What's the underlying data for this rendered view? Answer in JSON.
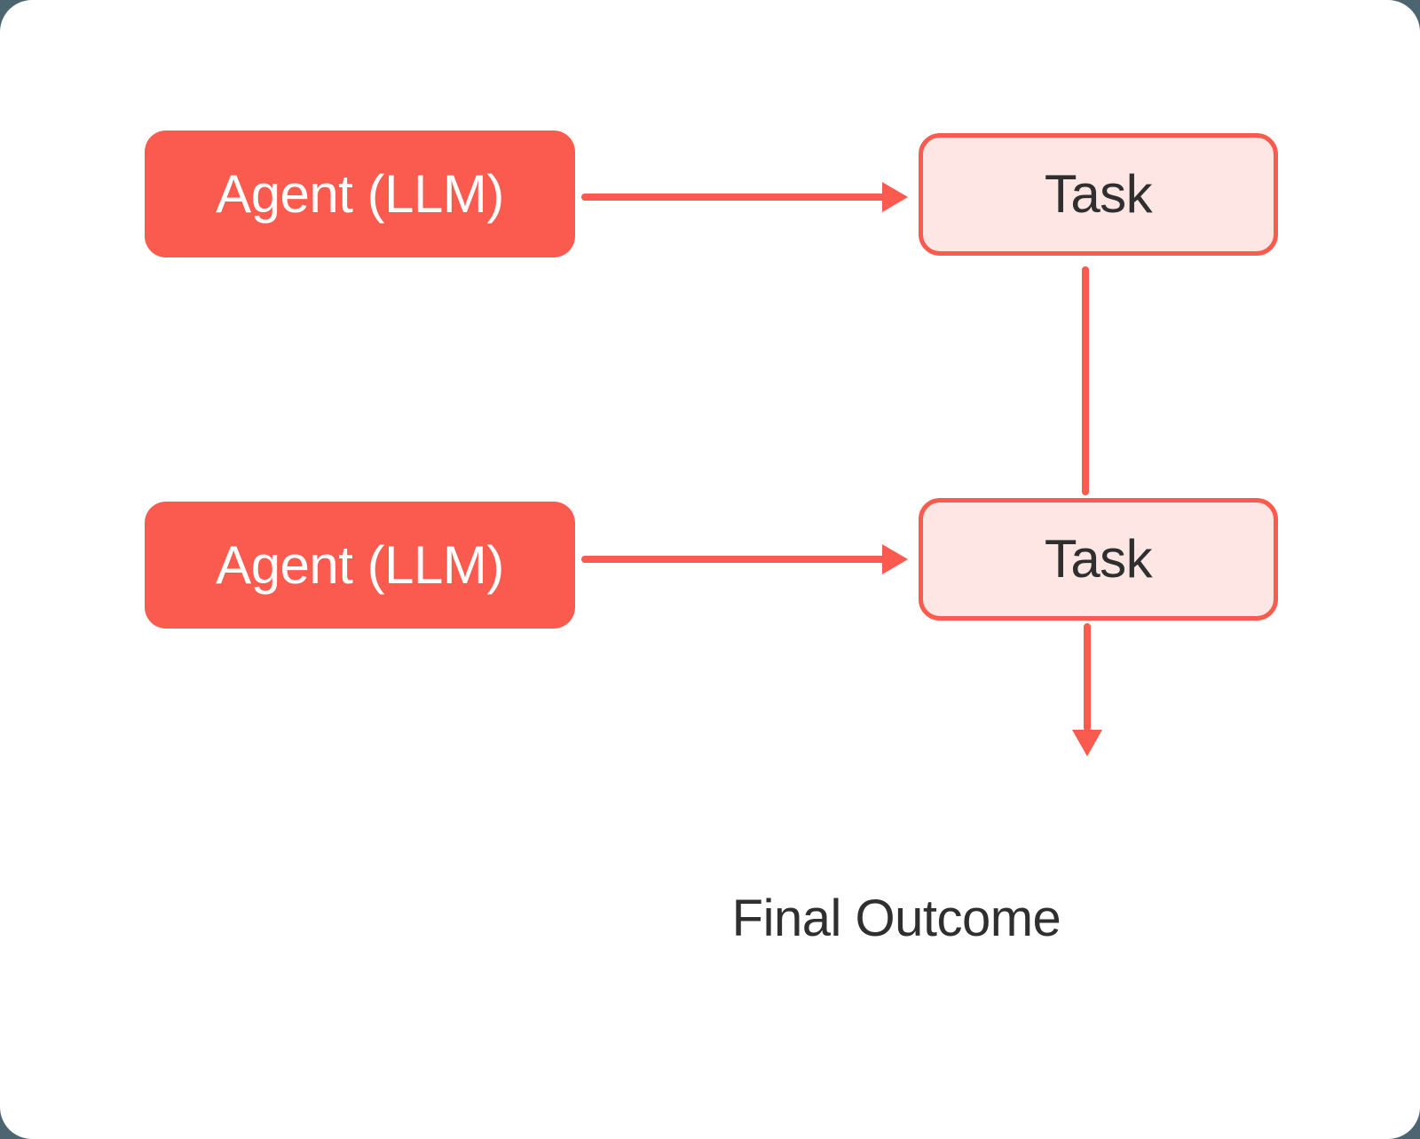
{
  "diagram": {
    "title": "Agent task chain diagram",
    "colors": {
      "accent": "#FA5B4E",
      "task_fill": "#FDE6E3",
      "text_dark": "#2F2F2F",
      "text_light": "#FFFFFF",
      "card_background": "#FFFFFF",
      "page_background": "#4C6570"
    },
    "nodes": {
      "agents": [
        {
          "id": "agent-1",
          "label": "Agent (LLM)"
        },
        {
          "id": "agent-2",
          "label": "Agent (LLM)"
        }
      ],
      "tasks": [
        {
          "id": "task-1",
          "label": "Task"
        },
        {
          "id": "task-2",
          "label": "Task"
        }
      ],
      "outcome": {
        "id": "final-outcome",
        "label": "Final Outcome"
      }
    },
    "edges": [
      {
        "id": "edge-agent1-task1",
        "from": "agent-1",
        "to": "task-1",
        "direction": "right",
        "arrowhead": true
      },
      {
        "id": "edge-task1-task2",
        "from": "task-1",
        "to": "task-2",
        "direction": "down",
        "arrowhead": false
      },
      {
        "id": "edge-agent2-task2",
        "from": "agent-2",
        "to": "task-2",
        "direction": "right",
        "arrowhead": true
      },
      {
        "id": "edge-task2-outcome",
        "from": "task-2",
        "to": "final-outcome",
        "direction": "down",
        "arrowhead": true
      }
    ]
  }
}
